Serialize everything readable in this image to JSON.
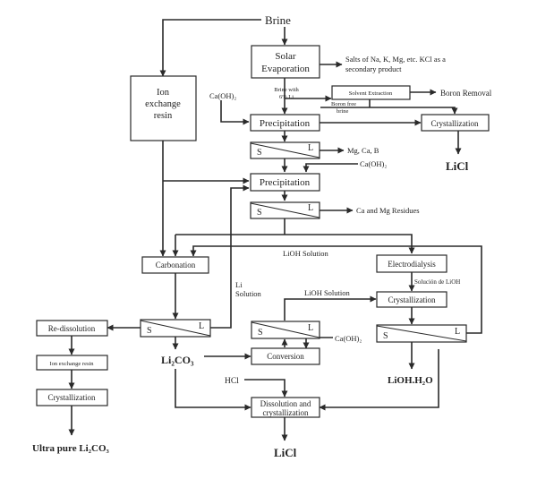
{
  "inputs": {
    "brine": "Brine"
  },
  "boxes": {
    "solar_1": "Solar",
    "solar_2": "Evaporation",
    "ion_1": "Ion",
    "ion_2": "exchange",
    "ion_3": "resin",
    "solvent": "Solvent Extraction",
    "precip1": "Precipitation",
    "cryst_top": "Crystallization",
    "precip2": "Precipitation",
    "carbonation": "Carbonation",
    "electro": "Electrodialysis",
    "cryst_mid": "Crystallization",
    "redissolution": "Re-dissolution",
    "ionres_small": "Ion exchange resin",
    "cryst_left": "Crystallization",
    "conversion": "Conversion",
    "dissol_1": "Dissolution and",
    "dissol_2": "crystallization"
  },
  "separator": {
    "s": "S",
    "l": "L"
  },
  "labels": {
    "salts_1": "Salts of Na, K, Mg, etc. KCl as a",
    "salts_2": "secondary product",
    "brine6_1": "Brine with",
    "brine6_2": "6% Li",
    "boron_removal": "Boron Removal",
    "boron_free_1": "Boron free",
    "boron_free_2": "brine",
    "caoh2_left": "Ca(OH)₂",
    "mgcab": "Mg, Ca, B",
    "caoh2_sep1": "Ca(OH)₂",
    "ca_mg_res": "Ca and Mg Residues",
    "lioh_sol_top": "LiOH Solution",
    "li_sol_1": "Li",
    "li_sol_2": "Solution",
    "solucion": "Solución de LiOH",
    "lioh_sol_mid": "LiOH Solution",
    "caoh2_conv": "Ca(OH)₂",
    "hcl": "HCl"
  },
  "products": {
    "licl_top": "LiCl",
    "li2co3": "Li₂CO₃",
    "lioh_h2o": "LiOH.H₂O",
    "licl_bottom": "LiCl",
    "ultra_pure": "Ultra pure Li₂CO₃"
  }
}
